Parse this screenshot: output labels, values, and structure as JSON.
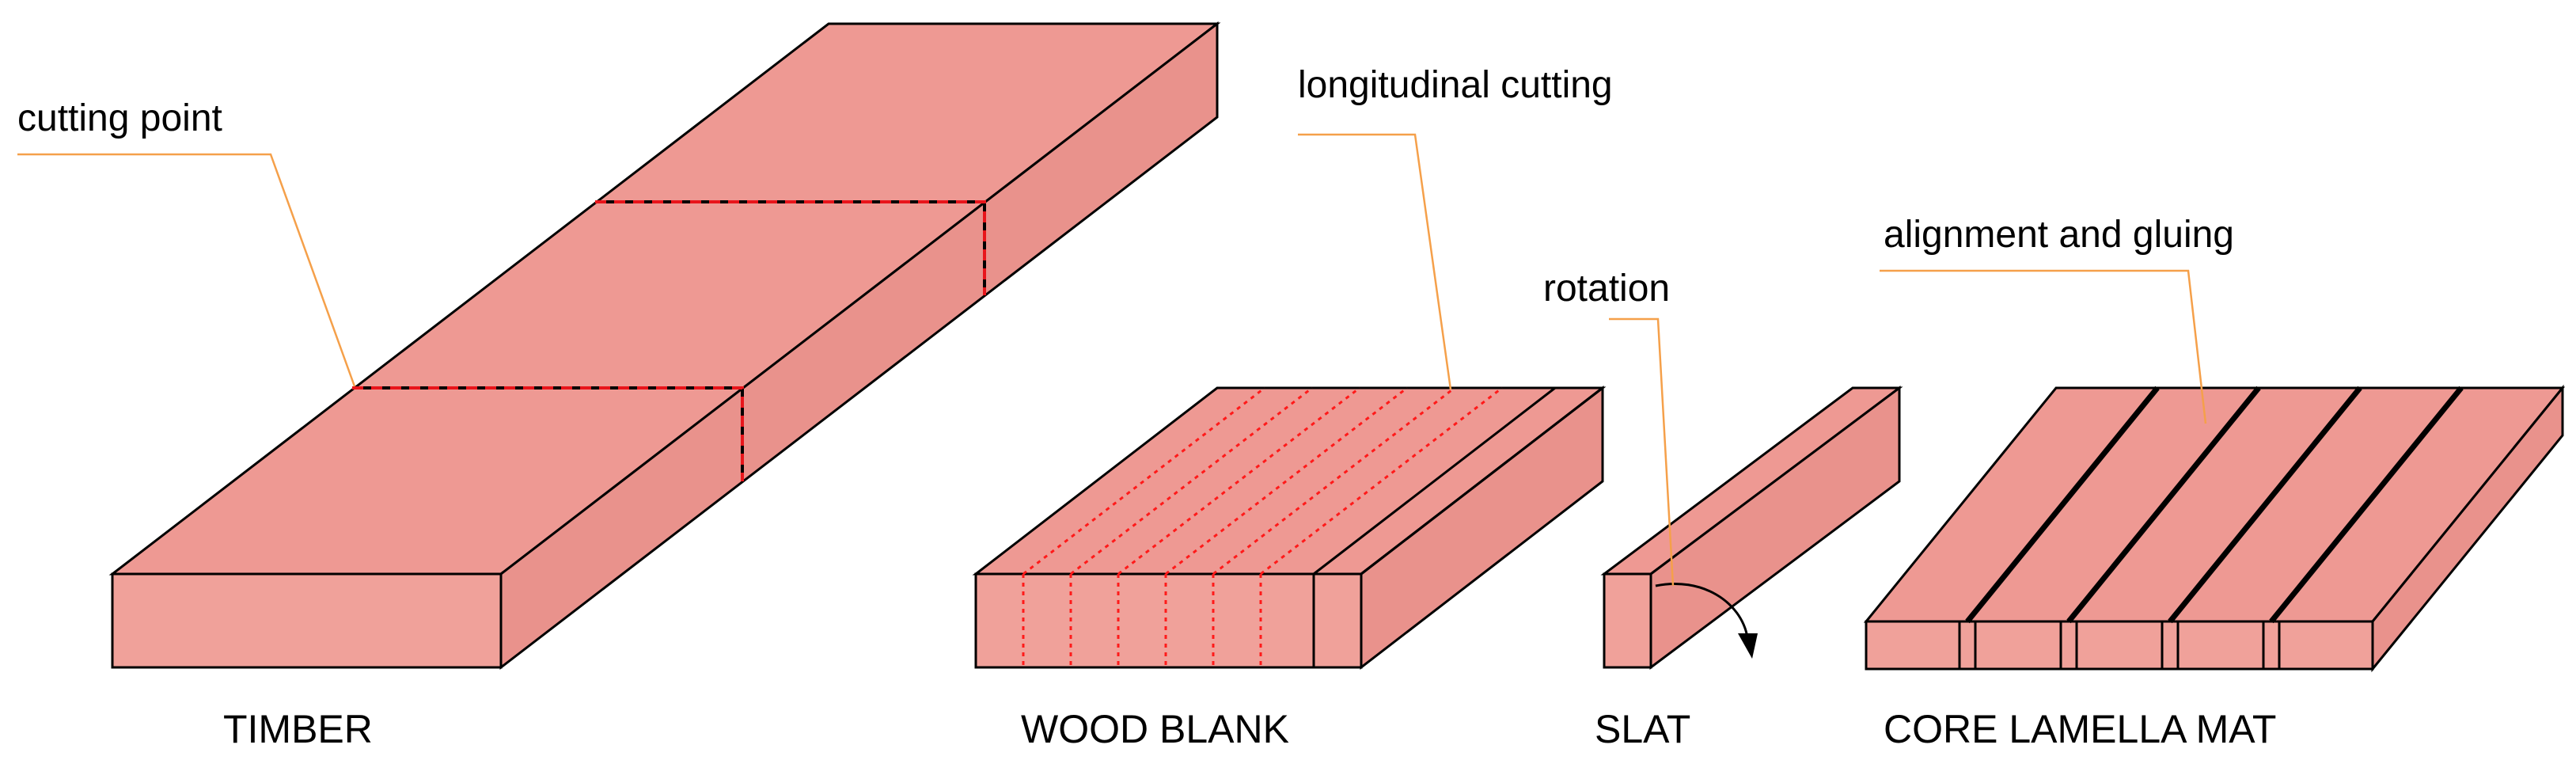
{
  "colors": {
    "wood_front": "#f0a19a",
    "wood_top": "#ee9993",
    "wood_side": "#e9928c",
    "outline": "#000000",
    "cut_line": "#e8151b",
    "leader_line": "#f5a04a"
  },
  "annotations": {
    "cutting_point": "cutting point",
    "longitudinal_cutting": "longitudinal cutting",
    "rotation": "rotation",
    "alignment_and_gluing": "alignment and gluing"
  },
  "captions": {
    "timber": "TIMBER",
    "wood_blank": "WOOD BLANK",
    "slat": "SLAT",
    "core_lamella_mat": "CORE LAMELLA MAT"
  },
  "icons": {
    "rotation_arrow": "curved-arrow-icon"
  }
}
